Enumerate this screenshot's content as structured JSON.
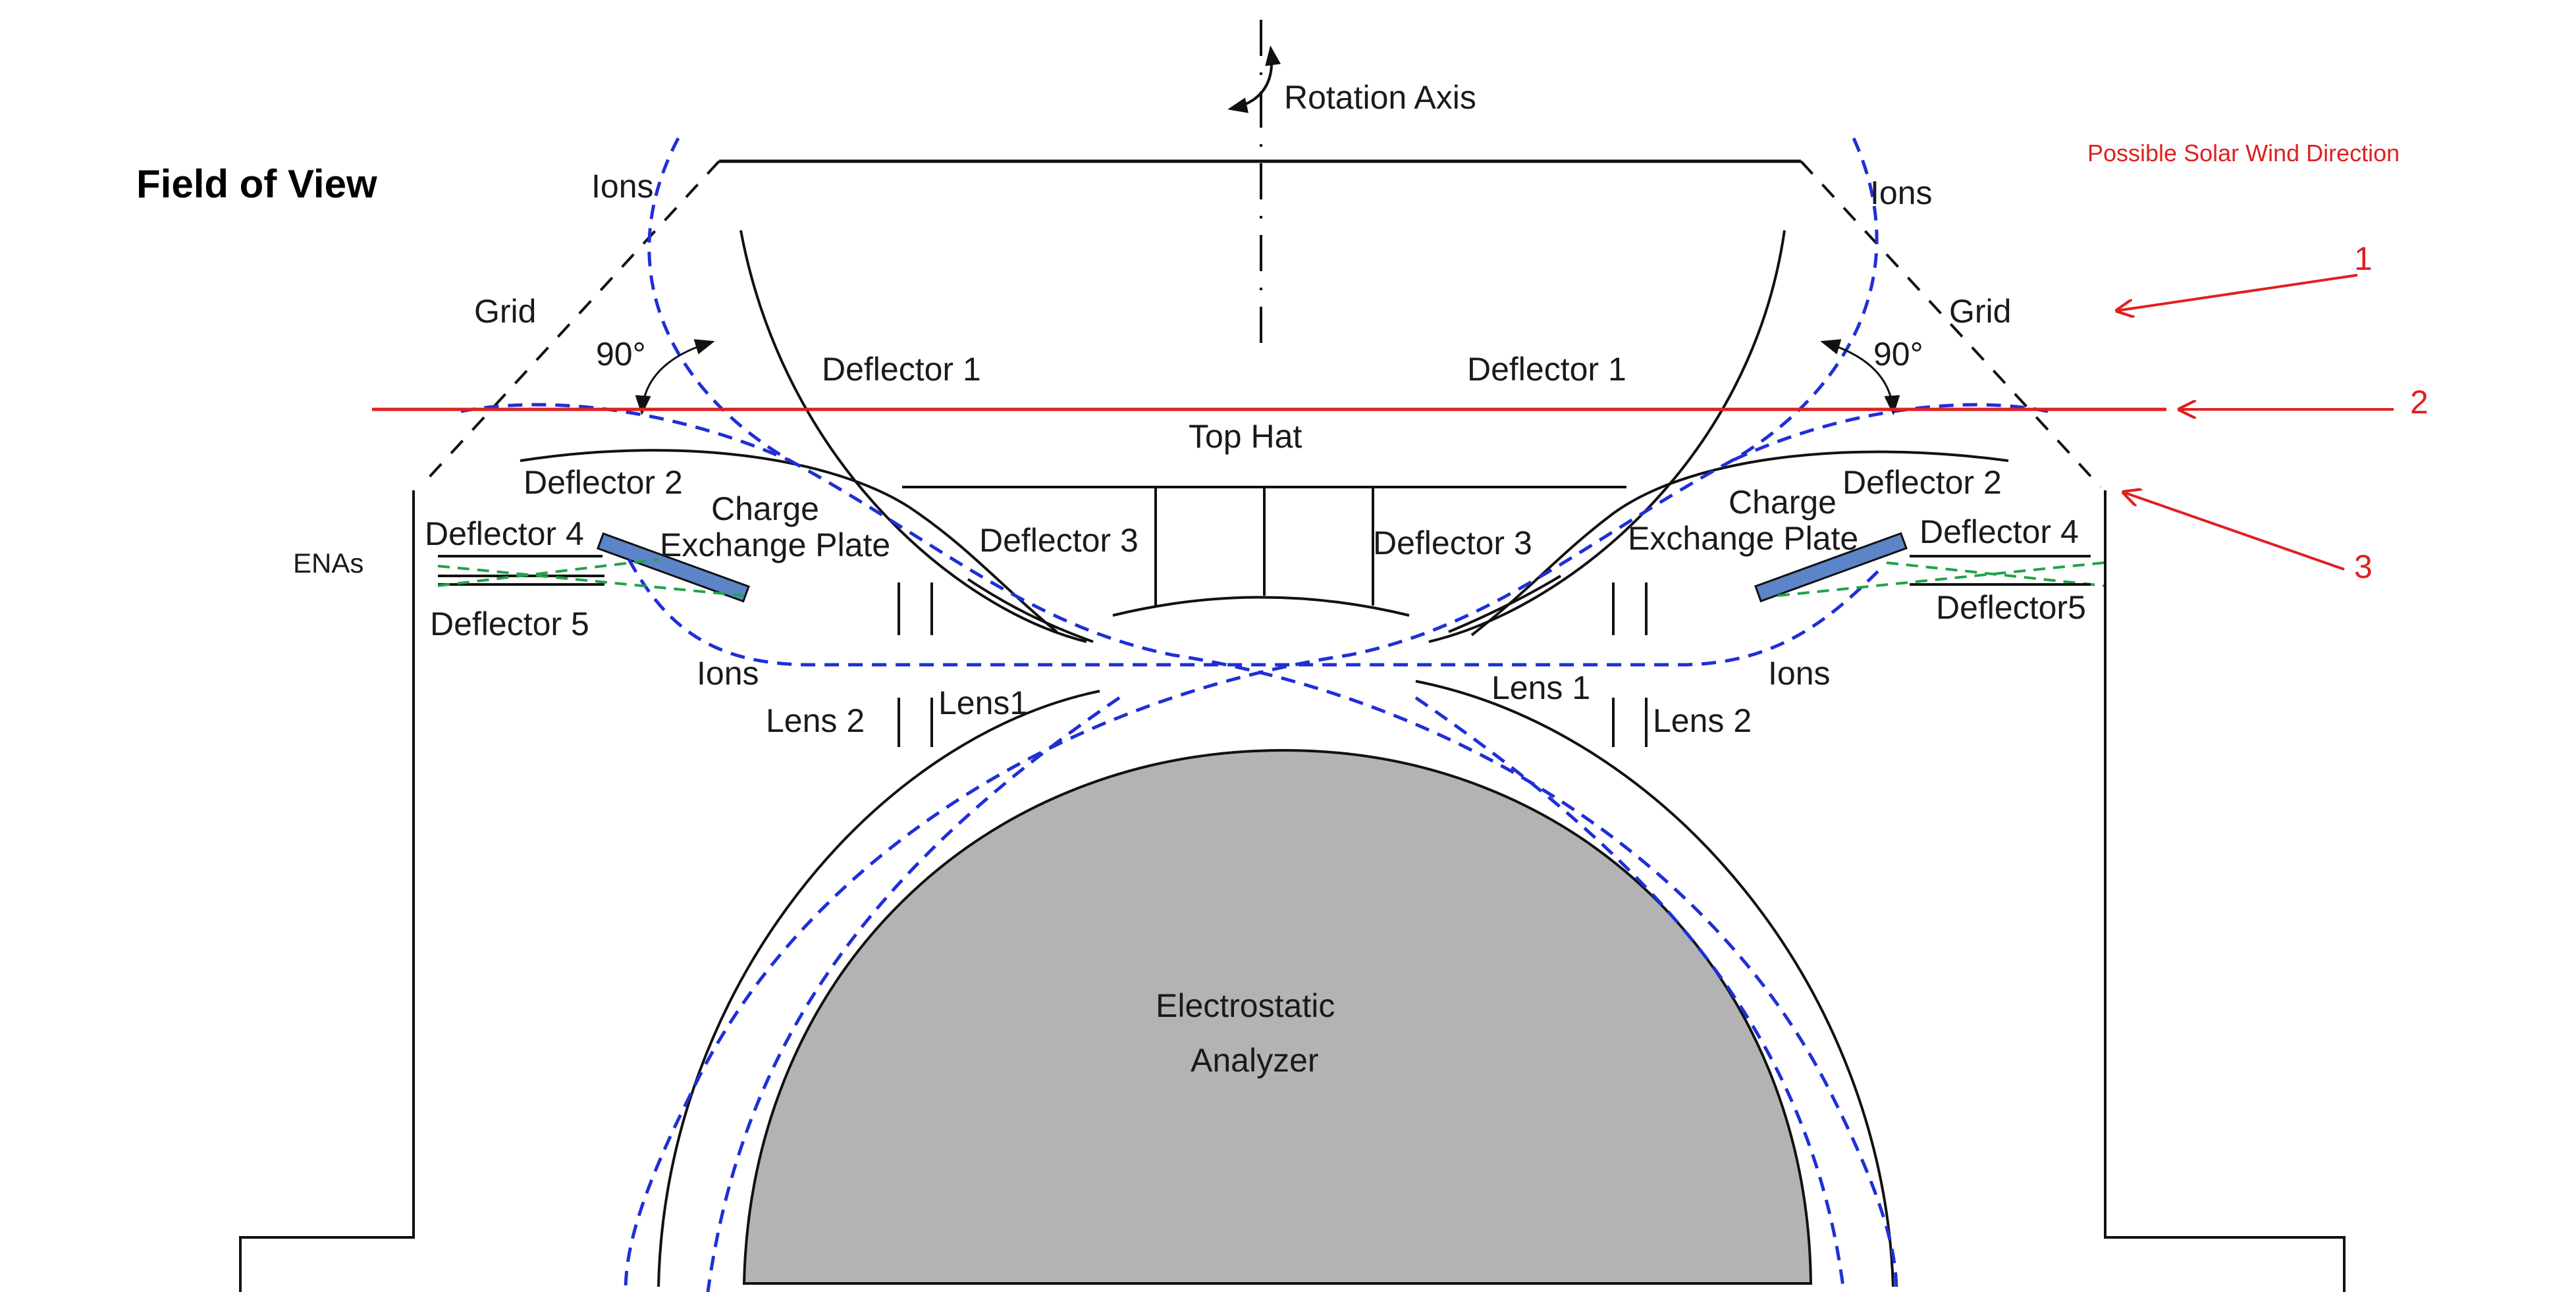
{
  "title": "Field of View",
  "rotation_axis": "Rotation Axis",
  "labels": {
    "ions_top_left": "Ions",
    "ions_top_right": "Ions",
    "grid_left": "Grid",
    "grid_right": "Grid",
    "angle_left": "90°",
    "angle_right": "90°",
    "deflector1_left": "Deflector 1",
    "deflector1_right": "Deflector 1",
    "top_hat": "Top Hat",
    "deflector2_left": "Deflector 2",
    "deflector2_right": "Deflector 2",
    "charge_left_1": "Charge",
    "charge_left_2": "Exchange Plate",
    "charge_right_1": "Charge",
    "charge_right_2": "Exchange Plate",
    "deflector3_left": "Deflector 3",
    "deflector3_right": "Deflector 3",
    "deflector4_left": "Deflector 4",
    "deflector4_right": "Deflector 4",
    "deflector5_left": "Deflector 5",
    "deflector5_right": "Deflector5",
    "enas": "ENAs",
    "ions_mid_left": "Ions",
    "ions_mid_right": "Ions",
    "lens2_left": "Lens 2",
    "lens1_left": "Lens1",
    "lens1_right": "Lens 1",
    "lens2_right": "Lens 2",
    "esa_1": "Electrostatic",
    "esa_2": "Analyzer"
  },
  "solar_wind": {
    "title": "Possible Solar Wind Direction",
    "markers": [
      "1",
      "2",
      "3"
    ],
    "color": "#e02020"
  },
  "colors": {
    "ion_path": "#1f2fd6",
    "ena_path": "#22a24a",
    "plate": "#5b85c7",
    "analyzer": "#b3b3b3"
  }
}
